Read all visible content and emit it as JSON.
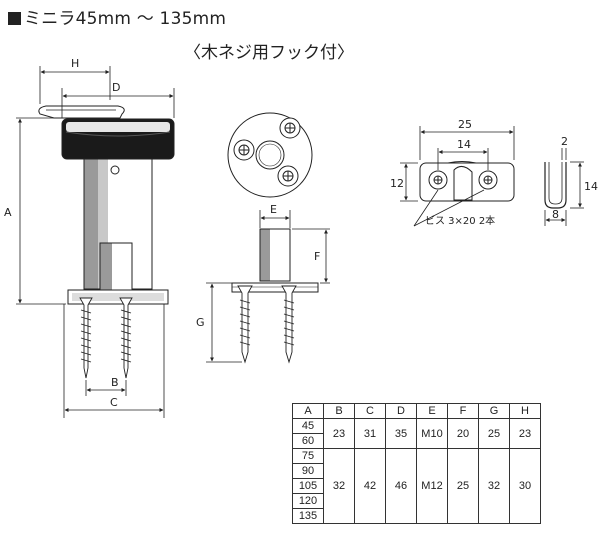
{
  "header": {
    "title": "ミニラ45mm ～ 135mm",
    "subtitle": "〈木ネジ用フック付〉"
  },
  "labels": {
    "H": "H",
    "D": "D",
    "A": "A",
    "B": "B",
    "C": "C",
    "E": "E",
    "F": "F",
    "G": "G",
    "hook_width": "25",
    "hook_pitch": "14",
    "hook_height": "12",
    "screw_note": "ビス 3×20 2本",
    "u_top": "2",
    "u_height": "14",
    "u_width": "8"
  },
  "table": {
    "headers": [
      "A",
      "B",
      "C",
      "D",
      "E",
      "F",
      "G",
      "H"
    ],
    "group1": {
      "a_values": [
        "45",
        "60"
      ],
      "values": [
        "23",
        "31",
        "35",
        "M10",
        "20",
        "25",
        "23"
      ]
    },
    "group2": {
      "a_values": [
        "75",
        "90",
        "105",
        "120",
        "135"
      ],
      "values": [
        "32",
        "42",
        "46",
        "M12",
        "25",
        "32",
        "30"
      ]
    }
  }
}
